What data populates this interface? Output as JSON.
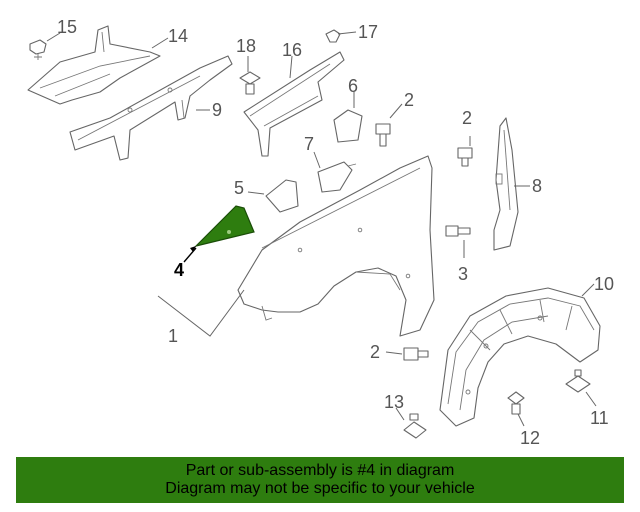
{
  "callouts": {
    "c1": "1",
    "c2a": "2",
    "c2b": "2",
    "c2c": "2",
    "c3": "3",
    "c4": "4",
    "c5": "5",
    "c6": "6",
    "c7": "7",
    "c8": "8",
    "c9": "9",
    "c10": "10",
    "c11": "11",
    "c12": "12",
    "c13": "13",
    "c14": "14",
    "c15": "15",
    "c16": "16",
    "c17": "17",
    "c18": "18"
  },
  "highlighted_part": "4",
  "highlight_color": "#2e7d0f",
  "banner": {
    "line1": "Part or sub-assembly is #4 in diagram",
    "line2": "Diagram may not be specific to your vehicle"
  }
}
